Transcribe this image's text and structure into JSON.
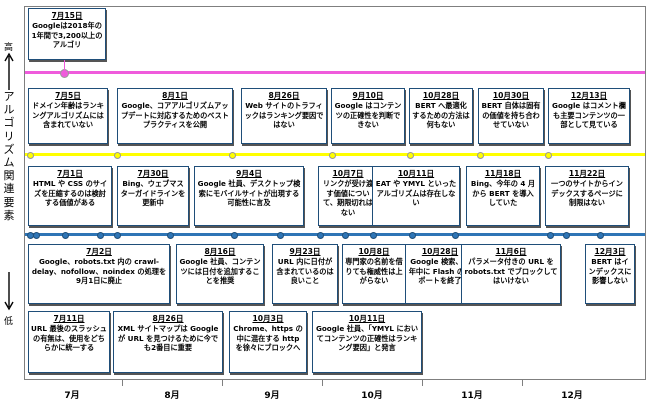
{
  "axis": {
    "title": "アルゴリズム関連要素",
    "high_label": "高",
    "low_label": "低"
  },
  "months": [
    "7月",
    "8月",
    "9月",
    "10月",
    "11月",
    "12月"
  ],
  "colors": {
    "magenta": "#ef5bdc",
    "yellow": "#ffff00",
    "blue": "#2e75b6",
    "border": "#1f4e79"
  },
  "events": {
    "magenta": [
      {
        "date": "7月15日",
        "text": "Googleは2018年の1年間で3,200以上のアルゴリ"
      }
    ],
    "yellow": [
      {
        "date": "7月5日",
        "text": "ドメイン年齢はランキングアルゴリズムには含まれていない"
      },
      {
        "date": "8月1日",
        "text": "Google、コアアルゴリズムアップデートに対応するためのベストプラクティスを公開"
      },
      {
        "date": "8月26日",
        "text": "Web サイトのトラフィックはランキング要因ではない"
      },
      {
        "date": "9月10日",
        "text": "Google はコンテンツの正確性を判断できない"
      },
      {
        "date": "10月28日",
        "text": "BERT へ最適化するための方法は何もない"
      },
      {
        "date": "10月30日",
        "text": "BERT 自体は固有の価値を持ち合わせていない"
      },
      {
        "date": "12月13日",
        "text": "Google はコメント欄も主要コンテンツの一部として見ている"
      }
    ],
    "blue_upper": [
      {
        "date": "7月1日",
        "text": "HTML や CSS のサイズを圧縮するのは検討する価値がある"
      },
      {
        "date": "7月30日",
        "text": "Bing、ウェブマスターガイドラインを更新中"
      },
      {
        "date": "9月4日",
        "text": "Google 社員、デスクトップ検索にモバイルサイトが出現する可能性に言及"
      },
      {
        "date": "10月7日",
        "text": "リンクが受け渡す価値について、期限切れはない"
      },
      {
        "date": "10月11日",
        "text": "EAT や YMYL といったアルゴリズムは存在しない"
      },
      {
        "date": "11月18日",
        "text": "Bing、今年の 4 月から BERT を導入していた"
      },
      {
        "date": "11月22日",
        "text": "一つのサイトからインデックスするページに制限はない"
      }
    ],
    "blue_lower": [
      {
        "date": "7月2日",
        "text": "Google、robots.txt 内の crawl-delay、nofollow、noindex の処理を9月1日に廃止"
      },
      {
        "date": "8月16日",
        "text": "Google 社員、コンテンツには日付を追加することを推奨"
      },
      {
        "date": "9月23日",
        "text": "URL 内に日付が含まれているのは良いこと"
      },
      {
        "date": "10月8日",
        "text": "専門家の名前を借りても権威性は上がらない"
      },
      {
        "date": "10月28日",
        "text": "Google 検索、今年中に Flash のサポートを終了"
      },
      {
        "date": "11月6日",
        "text": "パラメータ付きの URL を robots.txt でブロックしてはいけない"
      },
      {
        "date": "12月3日",
        "text": "BERT はインデックスに影響しない"
      }
    ],
    "bottom": [
      {
        "date": "7月11日",
        "text": "URL 最後のスラッシュの有無は、使用をどちらかに統一する"
      },
      {
        "date": "8月26日",
        "text": "XML サイトマップは Google が URL を見つけるために今でも2番目に重要"
      },
      {
        "date": "10月3日",
        "text": "Chrome、https の中に混在する http を徐々にブロックへ"
      },
      {
        "date": "10月11日",
        "text": "Google 社員、「YMYL においてコンテンツの正確性はランキング要因」と発言"
      }
    ]
  }
}
